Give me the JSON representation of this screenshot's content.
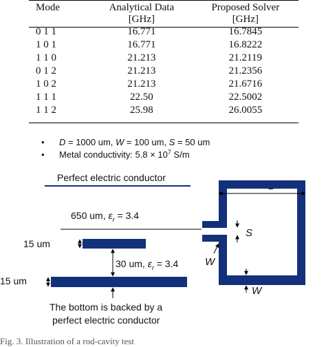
{
  "table": {
    "headers": [
      "Mode",
      "Analytical Data\n[GHz]",
      "Proposed Solver\n[GHz]"
    ],
    "header_line1": [
      "Mode",
      "Analytical Data",
      "Proposed Solver"
    ],
    "header_line2": [
      "",
      "[GHz]",
      "[GHz]"
    ],
    "rows": [
      [
        "0 1 1",
        "16.771",
        "16.7845"
      ],
      [
        "1 0 1",
        "16.771",
        "16.8222"
      ],
      [
        "1 1 0",
        "21.213",
        "21.2119"
      ],
      [
        "0 1 2",
        "21.213",
        "21.2356"
      ],
      [
        "1 0 2",
        "21.213",
        "21.6716"
      ],
      [
        "1 1 1",
        "22.50",
        "22.5002"
      ],
      [
        "1 1 2",
        "25.98",
        "26.0055"
      ]
    ]
  },
  "bullets": {
    "b1_d": "D",
    "b1_d_val": " = 1000 um, ",
    "b1_w": "W",
    "b1_w_val": " = 100 um, ",
    "b1_s": "S",
    "b1_s_val": " = 50 um",
    "b2_text": "Metal conductivity: 5.8 × 10",
    "b2_exp": "7",
    "b2_unit": " S/m"
  },
  "figure": {
    "pec_label": "Perfect electric conductor",
    "layer1_label": "650 um, ",
    "eps": "ε",
    "eps_sub": "r",
    "layer1_eps_val": " = 3.4",
    "layer2_label": "30 um, ",
    "layer2_eps_val": " = 3.4",
    "trace1_label": "15 um",
    "trace2_label": "15 um",
    "bottom_line1": "The bottom is backed by a",
    "bottom_line2": "perfect electric conductor",
    "dim_d": "D",
    "dim_s": "S",
    "dim_w_left": "W",
    "dim_w_right": "W"
  },
  "caption": "Fig. 3.  Illustration of a rod-cavity test",
  "colors": {
    "metal": "#13307a",
    "line": "#000000"
  }
}
